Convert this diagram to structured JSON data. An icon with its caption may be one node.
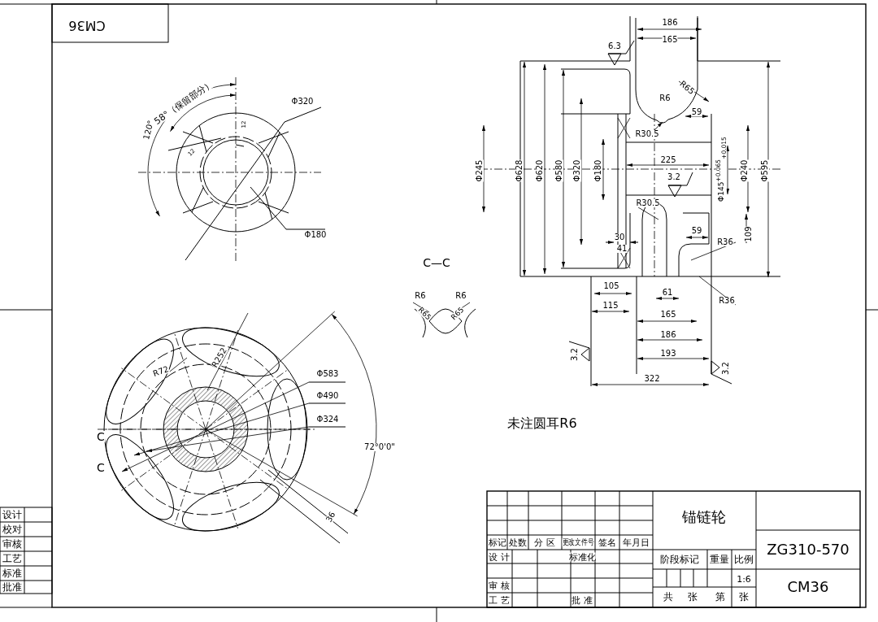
{
  "diagram": {
    "labels": [
      "CM36",
      "120°",
      "58°（保留部分）",
      "12",
      "12",
      "Φ320",
      "Φ180",
      "186",
      "165",
      "6.3",
      "R65",
      "R6",
      "59",
      "R30.5",
      "Φ245",
      "Φ628",
      "Φ620",
      "Φ580",
      "Φ320",
      "Φ180",
      "225",
      "Φ145$^{+0.065}$$_{+0.015}$",
      "Φ240",
      "Φ595",
      "3.2",
      "R30.5",
      "30",
      "41",
      "59",
      "109",
      "R36",
      "105",
      "115",
      "61",
      "R36",
      "165",
      "186",
      "193",
      "3.2",
      "3.2",
      "322",
      "C—C",
      "R6",
      "R6",
      "R65",
      "R65",
      "未注圆耳R6",
      "R72",
      "R252",
      "Φ583",
      "Φ490",
      "Φ324",
      "72°0'0\"",
      "36",
      "C",
      "C",
      "标记",
      "处数",
      "分 区",
      "更改文件号",
      "签名",
      "年月日",
      "设 计",
      "标准化",
      "审 核",
      "工 艺",
      "批 准",
      "锚链轮",
      "阶段标记",
      "重量",
      "比例",
      "1:6",
      "共",
      "张",
      "第",
      "张",
      "ZG310-570",
      "CM36",
      "设计",
      "校对",
      "审核",
      "工艺",
      "标准",
      "批准"
    ]
  }
}
